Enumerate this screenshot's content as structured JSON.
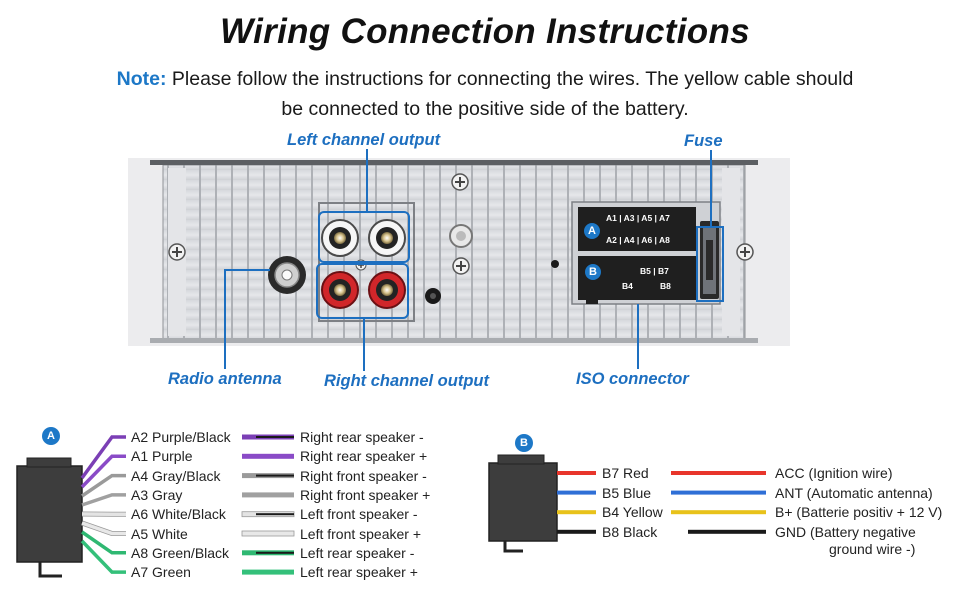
{
  "header": {
    "title": "Wiring Connection Instructions",
    "note_lead": "Note:",
    "note_line1": "Please follow the instructions for connecting the wires. The yellow cable should",
    "note_line2": "be connected to the positive side of the battery."
  },
  "callouts": {
    "left_channel": "Left channel output",
    "fuse": "Fuse",
    "radio_antenna": "Radio antenna",
    "right_channel": "Right channel output",
    "iso": "ISO connector"
  },
  "iso_pins": {
    "badge_a": "A",
    "badge_b": "B",
    "row1": "A1 | A3 | A5 | A7",
    "row2": "A2 | A4 | A6 | A8",
    "row3": "B5 | B7",
    "row4a": "B4",
    "row4b": "B8"
  },
  "connector_a": {
    "badge": "A",
    "wires": [
      {
        "code": "A2 Purple/Black",
        "func": "Right rear speaker -",
        "color": "#7b3fb5",
        "stripe": "#1a1a1a"
      },
      {
        "code": "A1 Purple",
        "func": "Right rear speaker +",
        "color": "#8a4bc7",
        "stripe": ""
      },
      {
        "code": "A4 Gray/Black",
        "func": "Right front speaker -",
        "color": "#9a9a9a",
        "stripe": "#1a1a1a"
      },
      {
        "code": "A3 Gray",
        "func": "Right front speaker +",
        "color": "#a0a0a0",
        "stripe": ""
      },
      {
        "code": "A6 White/Black",
        "func": "Left front speaker -",
        "color": "#e4e4e4",
        "stripe": "#1a1a1a"
      },
      {
        "code": "A5 White",
        "func": "Left front speaker +",
        "color": "#e8e8e8",
        "stripe": ""
      },
      {
        "code": "A8 Green/Black",
        "func": "Left rear speaker -",
        "color": "#2fb872",
        "stripe": "#1a1a1a"
      },
      {
        "code": "A7 Green",
        "func": "Left rear speaker +",
        "color": "#34c07a",
        "stripe": ""
      }
    ]
  },
  "connector_b": {
    "badge": "B",
    "wires": [
      {
        "code": "B7 Red",
        "func": "ACC (Ignition wire)",
        "func2": "",
        "color": "#e8352b"
      },
      {
        "code": "B5 Blue",
        "func": "ANT (Automatic antenna)",
        "func2": "",
        "color": "#2f6fd6"
      },
      {
        "code": "B4 Yellow",
        "func": "B+ (Batterie positiv + 12 V)",
        "func2": "",
        "color": "#e8c21a"
      },
      {
        "code": "B8 Black",
        "func": "GND (Battery negative",
        "func2": "ground wire -)",
        "color": "#1a1a1a"
      }
    ]
  },
  "colors": {
    "accent": "#1d78c7",
    "callout_line": "#1d6fc0",
    "panel": "#dcdee2",
    "connector_fill": "#3d3d3d"
  }
}
